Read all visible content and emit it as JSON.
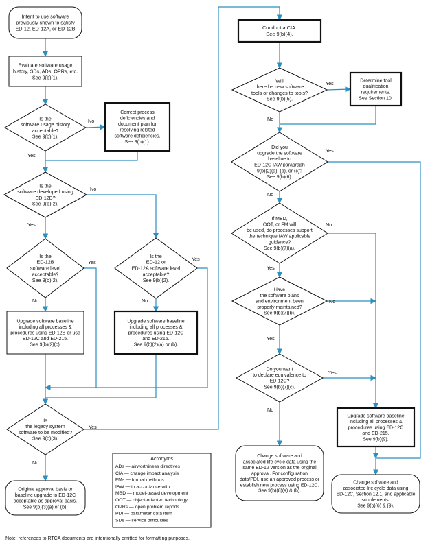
{
  "nodes": {
    "start": {
      "shape": "terminal",
      "lines": [
        "Intent to use software",
        "previously shown to satisfy",
        "ED-12, ED-12A, or ED-12B"
      ]
    },
    "evaluate": {
      "shape": "process",
      "lines": [
        "Evaluate software usage",
        "history, SDs, ADs, OPRs, etc.",
        "See 9(b)(1)."
      ]
    },
    "d_history": {
      "shape": "decision",
      "lines": [
        "Is the",
        "software usage history",
        "acceptable?",
        "See 9(b)(1)."
      ]
    },
    "correct": {
      "shape": "process",
      "lines": [
        "Correct process",
        "deficiencies and",
        "document plan for",
        "resolving related",
        "software deficiencies.",
        "See 9(b)(1)."
      ]
    },
    "d_ed12b": {
      "shape": "decision",
      "lines": [
        "Is the",
        "software developed using",
        "ED-12B?",
        "See 9(b)(2)."
      ]
    },
    "d_level_b": {
      "shape": "decision",
      "lines": [
        "Is the",
        "ED-12B",
        "software level",
        "acceptable?",
        "See 9(b)(2)."
      ]
    },
    "d_level_a": {
      "shape": "decision",
      "lines": [
        "Is the",
        "ED-12 or",
        "ED-12A software level",
        "acceptable?",
        "See 9(b)(2)."
      ]
    },
    "upgrade_b": {
      "shape": "process",
      "lines": [
        "Upgrade software baseline",
        "including all processes &",
        "procedures using ED-12B or use",
        "ED-12C and ED-215.",
        "See 9(b)(2)(c)."
      ]
    },
    "upgrade_a": {
      "shape": "process",
      "lines": [
        "Upgrade software baseline",
        "including all processes &",
        "procedures using ED-12C",
        "and ED-215.",
        "See 9(b)(2)(a) or (b)."
      ]
    },
    "d_legacy": {
      "shape": "decision",
      "lines": [
        "Is",
        "the legacy system",
        "software to be modified?",
        "See 9(b)(3)."
      ]
    },
    "original": {
      "shape": "terminal",
      "lines": [
        "Original approval basis or",
        "baseline upgrade to ED-12C",
        "acceptable as approval basis.",
        "See 9(b)(3)(a) or (b)."
      ]
    },
    "cia": {
      "shape": "process",
      "lines": [
        "Conduct a CIA.",
        "See 9(b)(4)."
      ]
    },
    "d_tools": {
      "shape": "decision",
      "lines": [
        "Will",
        "there be new software",
        "tools or changes to tools?",
        "See 9(b)(5)."
      ]
    },
    "tool_qual": {
      "shape": "process",
      "lines": [
        "Determine tool",
        "qualification",
        "requirements.",
        "See Section 10."
      ]
    },
    "d_upgraded": {
      "shape": "decision",
      "lines": [
        "Did you",
        "upgrade the software",
        "baseline to",
        "ED-12C IAW paragraph",
        "9(b)(2)(a), (b), or (c)?",
        "See 9(b)(6)."
      ]
    },
    "d_mbd": {
      "shape": "decision",
      "lines": [
        "If MBD,",
        "OOT, or FM will",
        "be used, do processes support",
        "the technique IAW applicable",
        "guidance?",
        "See 9(b)(7)(a)."
      ]
    },
    "d_maintained": {
      "shape": "decision",
      "lines": [
        "Have",
        "the software plans",
        "and environment been",
        "properly maintained?",
        "See 9(b)(7)(b)."
      ]
    },
    "d_equiv": {
      "shape": "decision",
      "lines": [
        "Do you want",
        "to declare equivalence to",
        "ED-12C?",
        "See 9(b)(7)(c)."
      ]
    },
    "upgrade_c": {
      "shape": "process",
      "lines": [
        "Upgrade software baseline",
        "including all processes &",
        "procedures using ED-12C",
        "and ED-215.",
        "See 9(b)(9)."
      ]
    },
    "change_same": {
      "shape": "terminal",
      "lines": [
        "Change software and",
        "associated life cycle data using the",
        "same ED-12 version as the original",
        "approval. For configuration",
        "data/PDI, use an approved process or",
        "establish new process using ED-12C.",
        "See 9(b)(8)(a) & (b)."
      ]
    },
    "change_new": {
      "shape": "terminal",
      "lines": [
        "Change software and",
        "associated life cycle data using",
        "ED-12C, Section 12.1, and applicable",
        "supplements.",
        "See 9(b)(6) & (9)."
      ]
    }
  },
  "edge_labels": {
    "yes": "Yes",
    "no": "No"
  },
  "acronyms": {
    "title": "Acronyms",
    "items": [
      "ADs — airworthiness directives",
      "CIA — change impact analysis",
      "FMs — formal methods",
      "IAW — in accordance with",
      "MBD — model-based development",
      "OOT — object-oriented technology",
      "OPRs — open problem reports",
      "PDI — parameter data item",
      "SDs — service difficulties"
    ]
  },
  "note": "Note: references to RTCA documents are intentionally omitted for formatting purposes.",
  "colors": {
    "flow": "#2b8fc0",
    "outline": "#111111",
    "fill": "#ffffff"
  }
}
